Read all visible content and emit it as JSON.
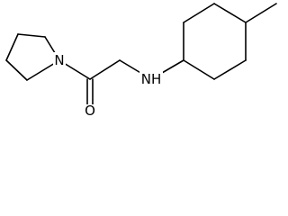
{
  "molecule": {
    "atoms": [
      {
        "id": "ring-n",
        "label": "N",
        "element": "N"
      },
      {
        "id": "carbonyl-o",
        "label": "O",
        "element": "O"
      },
      {
        "id": "amine-nh",
        "label": "NH",
        "element": "N"
      }
    ],
    "groups": [
      "pyrrolidine-ring",
      "cyclohexane-ring",
      "methyl"
    ]
  }
}
